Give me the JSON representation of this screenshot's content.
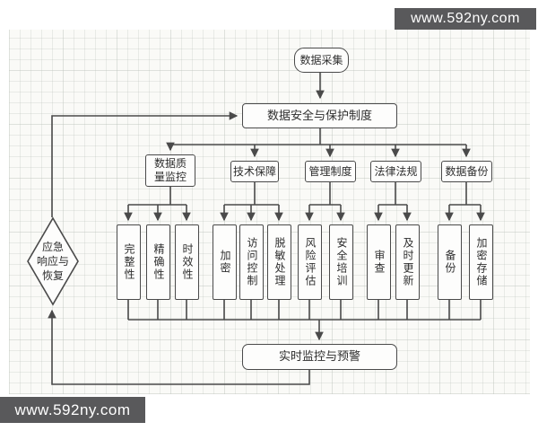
{
  "watermarks": {
    "top": "www.592ny.com",
    "bottom": "www.592ny.com"
  },
  "flowchart": {
    "start": "数据采集",
    "policy": "数据安全与保护制度",
    "categories": [
      {
        "label": "数据质\n量监控",
        "children": [
          "完整性",
          "精确性",
          "时效性"
        ]
      },
      {
        "label": "技术保障",
        "children": [
          "加密",
          "访问控制",
          "脱敏处理"
        ]
      },
      {
        "label": "管理制度",
        "children": [
          "风险评估",
          "安全培训"
        ]
      },
      {
        "label": "法律法规",
        "children": [
          "审查",
          "及时更新"
        ]
      },
      {
        "label": "数据备份",
        "children": [
          "备份",
          "加密存储"
        ]
      }
    ],
    "monitor": "实时监控与预警",
    "emergency": "应急\n响应与\n恢复"
  },
  "colors": {
    "line": "#4a4a4a",
    "node_border": "#4a4a4a",
    "node_fill": "#fdfdfc",
    "watermark_bg": "#59595b",
    "watermark_text": "#ffffff",
    "canvas_bg": "#fafaf7"
  }
}
